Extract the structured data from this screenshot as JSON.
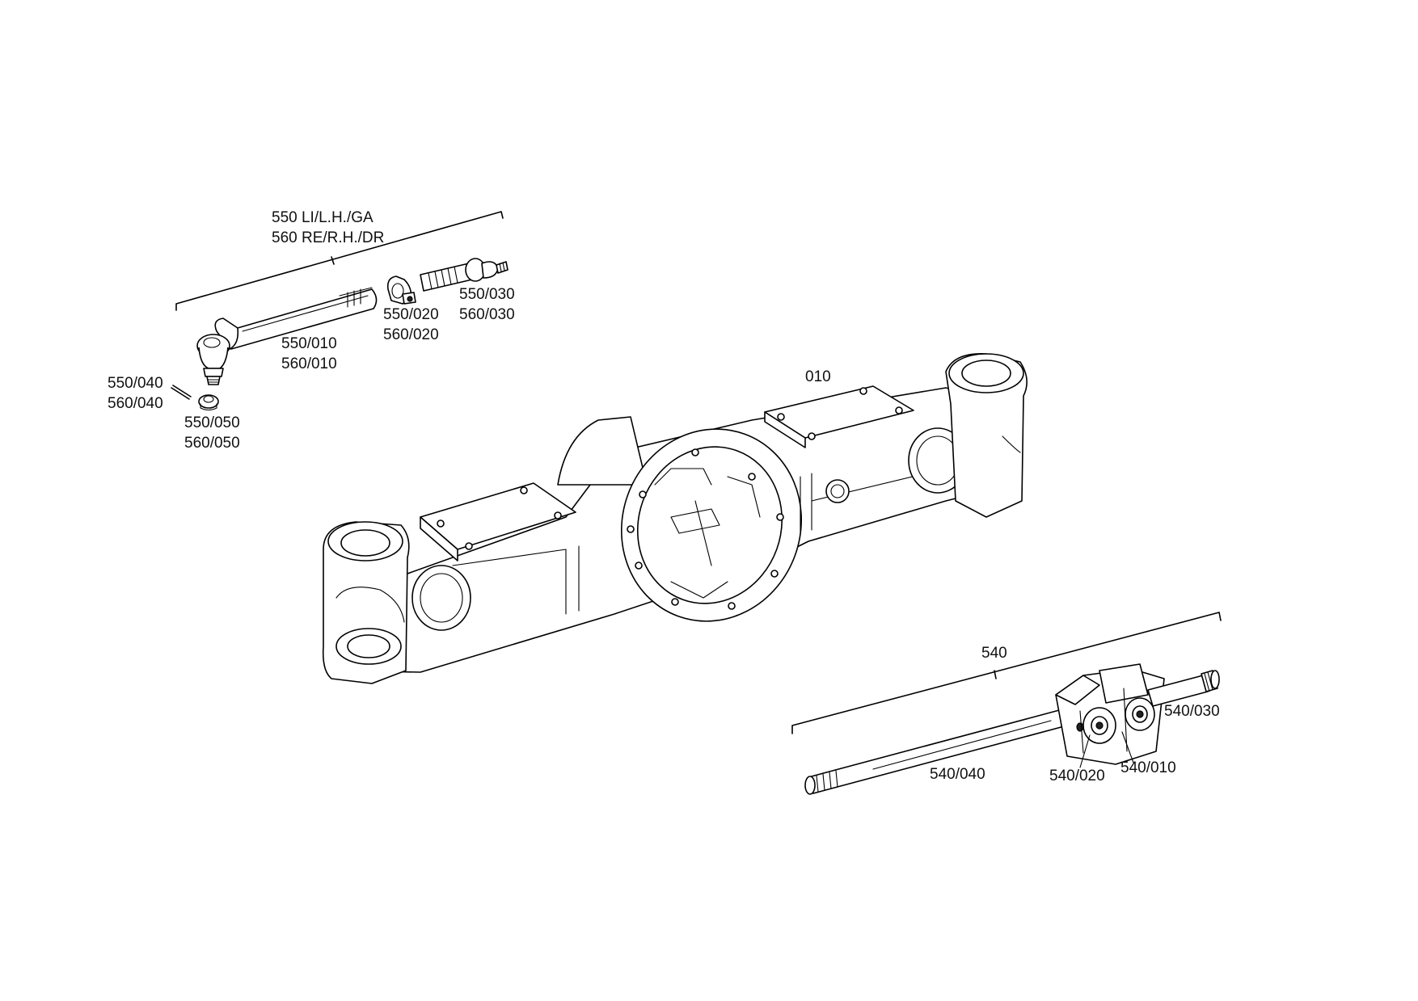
{
  "callouts": {
    "tie_rod_assembly": {
      "line1": "550 LI/L.H./GA",
      "line2": "560 RE/R.H./DR"
    },
    "tie_rod_end_threaded": {
      "line1": "550/030",
      "line2": "560/030"
    },
    "clamp": {
      "line1": "550/020",
      "line2": "560/020"
    },
    "tie_rod_tube": {
      "line1": "550/010",
      "line2": "560/010"
    },
    "cotter_pin": {
      "line1": "550/040",
      "line2": "560/040"
    },
    "castle_nut": {
      "line1": "550/050",
      "line2": "560/050"
    },
    "axle_housing": {
      "line1": "010"
    },
    "axle_shaft_assembly": {
      "line1": "540"
    },
    "stub_shaft": {
      "line1": "540/030"
    },
    "inner_shaft": {
      "line1": "540/040"
    },
    "universal_joint_cross": {
      "line1": "540/020"
    },
    "joint_bearing": {
      "line1": "540/010"
    }
  }
}
